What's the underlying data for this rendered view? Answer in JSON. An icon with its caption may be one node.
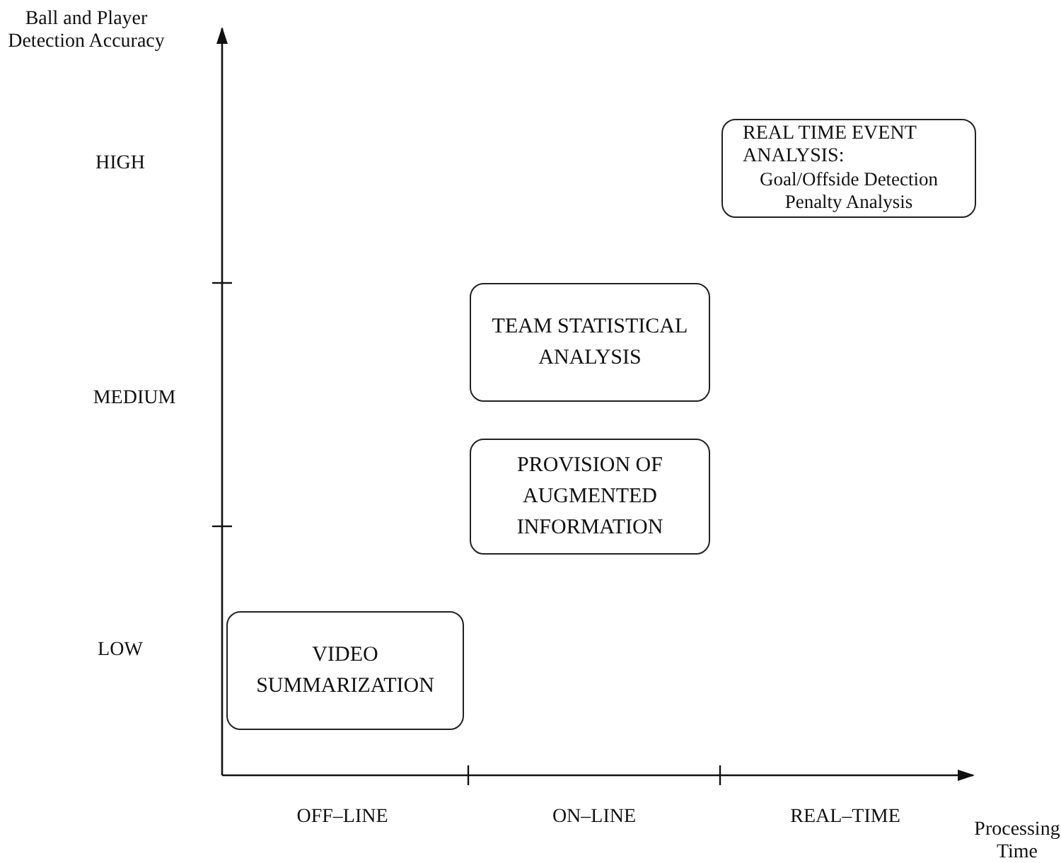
{
  "diagram": {
    "nodes": [
      {
        "text": [
          "REAL TIME EVENT ANALYSIS:",
          "Goal/Offside Detection",
          "Penalty Analysis"
        ]
      },
      {
        "text": [
          "TEAM STATISTICAL ANALYSIS"
        ]
      },
      {
        "text": [
          "PROVISION OF AUGMENTED INFORMATION"
        ]
      },
      {
        "text": [
          "VIDEO SUMMARIZATION"
        ]
      }
    ],
    "edges": [],
    "labels": [
      "Ball and Player Detection Accuracy",
      "HIGH",
      "MEDIUM",
      "LOW",
      "OFF–LINE",
      "ON–LINE",
      "REAL–TIME",
      "Processing Time"
    ]
  }
}
